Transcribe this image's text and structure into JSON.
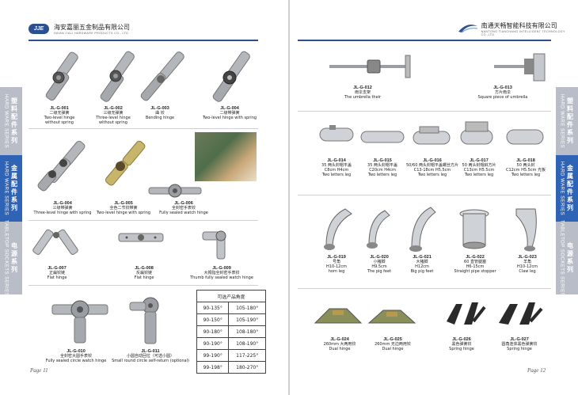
{
  "colors": {
    "brand_blue": "#2b4f8f",
    "tab_gray": "#b9bdc8",
    "tab_blue": "#2e63b5",
    "metal": "#a9adb2"
  },
  "left": {
    "logo_text": "JJE",
    "company_cn": "海安嘉丽五金制品有限公司",
    "company_en": "HAIAN JIALI HARDWARE PRODUCTS CO., LTD",
    "page_label": "Page 11",
    "products": [
      {
        "code": "JL-G-001",
        "cn": "二级无弹簧",
        "en": "Two-level hinge\nwithout spring"
      },
      {
        "code": "JL-G-002",
        "cn": "三级无弹簧",
        "en": "Three-level hinge\nwithout spring"
      },
      {
        "code": "JL-G-003",
        "cn": "曲 铰",
        "en": "Bending hinge"
      },
      {
        "code": "JL-G-004",
        "cn": "二级带弹簧",
        "en": "Two-level hinge with spring"
      },
      {
        "code": "JL-G-004",
        "cn": "三级带弹簧",
        "en": "Three-level hinge with spring"
      },
      {
        "code": "JL-G-005",
        "cn": "全色二节铰带簧",
        "en": "Two-level hinge with spring"
      },
      {
        "code": "JL-G-006",
        "cn": "全封密手表铰",
        "en": "Fully sealed watch hinge"
      },
      {
        "code": "JL-G-007",
        "cn": "正扁铰链",
        "en": "Flat hinge"
      },
      {
        "code": "JL-G-008",
        "cn": "反扁铰链",
        "en": "Flat hinge"
      },
      {
        "code": "JL-G-009",
        "cn": "大拇指全封密手表铰",
        "en": "Thumb fully sealed watch hinge"
      },
      {
        "code": "JL-G-010",
        "cn": "全封密大圆手表铰",
        "en": "Fully sealed circle watch hinge"
      },
      {
        "code": "JL-G-011",
        "cn": "小圆自动回位（可选小圆）",
        "en": "Small round circle self-return (optional)"
      }
    ],
    "angle_table": {
      "title": "可选产品角度",
      "rows": [
        [
          "90-135°",
          "105-180°"
        ],
        [
          "90-150°",
          "105-190°"
        ],
        [
          "90-180°",
          "108-180°"
        ],
        [
          "90-190°",
          "108-190°"
        ],
        [
          "99-190°",
          "117-225°"
        ],
        [
          "99-198°",
          "180-270°"
        ]
      ]
    },
    "tabs": [
      {
        "cn": "塑料配件系列",
        "en": "HARD WARE SERIES"
      },
      {
        "cn": "金属配件系列",
        "en": "HARD WARE SERIES"
      },
      {
        "cn": "电源系列",
        "en": "TABLETOP SOCKETS SERIES"
      }
    ]
  },
  "right": {
    "company_cn": "南通天畅智能科技有限公司",
    "company_en": "NANTONG TIANCHANG INTELLIGENT TECHNOLOGY CO.,LTD",
    "page_label": "Page 12",
    "products": [
      {
        "code": "JL-G-012",
        "cn": "雨伞支架",
        "en": "The umbrella their"
      },
      {
        "code": "JL-G-013",
        "cn": "方片雨伞",
        "en": "Square piece of umbrella"
      },
      {
        "code": "JL-G-014",
        "cn": "35 两头封帽平盖\nC8cm  H4cm",
        "en": "Two letters leg"
      },
      {
        "code": "JL-G-015",
        "cn": "35 两头封帽平盖\nC20cm  H4cm",
        "en": "Two letters leg"
      },
      {
        "code": "JL-G-016",
        "cn": "50/60 两头封帽平盖螺丝方片\nC13-18cm  H5.5cm",
        "en": "Two letters leg"
      },
      {
        "code": "JL-G-017",
        "cn": "50 两头封帽斜方片\nC13cm  H5.5cm",
        "en": "Two letters leg"
      },
      {
        "code": "JL-G-018",
        "cn": "50 两头封\nC12cm  H5.5cm  光板",
        "en": "Two letters leg"
      },
      {
        "code": "JL-G-019",
        "cn": "号角\nH10-12cm",
        "en": "horn leg"
      },
      {
        "code": "JL-G-020",
        "cn": "小猪脚\nH9.5cm",
        "en": "The pig feet"
      },
      {
        "code": "JL-G-021",
        "cn": "大猪脚\nH12cm",
        "en": "Big pig feet"
      },
      {
        "code": "JL-G-022",
        "cn": "60 直管腿塞\nH6-15cm",
        "en": "Straight pipe stopper"
      },
      {
        "code": "JL-G-023",
        "cn": "羊角\nH10-12cm",
        "en": "Claw leg"
      },
      {
        "code": "JL-G-024",
        "cn": "260mm 大两用铰",
        "en": "Dual hinge"
      },
      {
        "code": "JL-G-025",
        "cn": "260mm 无边两用铰",
        "en": "Dual hinge"
      },
      {
        "code": "JL-G-026",
        "cn": "黑色弹簧铰",
        "en": "Spring hinge"
      },
      {
        "code": "JL-G-027",
        "cn": "圆角连体黑色弹簧铰",
        "en": "Spring hinge"
      }
    ],
    "tabs": [
      {
        "cn": "塑料配件系列",
        "en": "HARD WARE SERIES"
      },
      {
        "cn": "金属配件系列",
        "en": "HARD WARE SERIES"
      },
      {
        "cn": "电源系列",
        "en": "TABLETOP SOCKETS SERIES"
      }
    ]
  }
}
